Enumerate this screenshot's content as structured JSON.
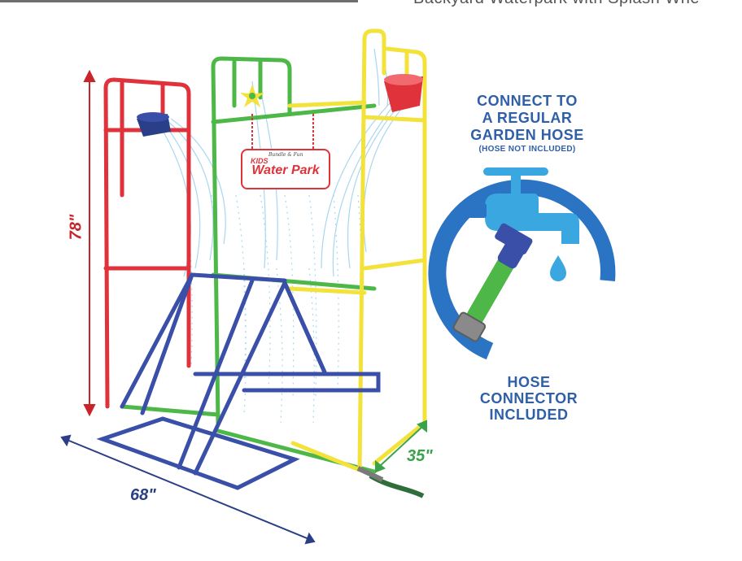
{
  "page": {
    "cut_off_title": "Backyard Waterpark with Splash Whe"
  },
  "product": {
    "sign_brand": "Bundle & Fun",
    "sign_kids": "KIDS",
    "sign_title": "Water Park"
  },
  "dimensions": {
    "height": "78\"",
    "width": "68\"",
    "depth": "35\""
  },
  "callouts": {
    "top_lines": [
      "CONNECT TO",
      "A REGULAR",
      "GARDEN HOSE"
    ],
    "top_sub": "(HOSE NOT INCLUDED)",
    "bottom_lines": [
      "HOSE",
      "CONNECTOR",
      "INCLUDED"
    ]
  },
  "colors": {
    "red_frame": "#e0323a",
    "green_frame": "#4db848",
    "yellow_frame": "#f2e23a",
    "blue_frame": "#3a4fa8",
    "callout_text": "#2f5fa8",
    "height_dim": "#c8252b",
    "width_dim": "#2a3f87",
    "depth_dim": "#3aa34a",
    "faucet_blue": "#3aa7e0",
    "ring_blue": "#2a74c3",
    "water": "#9fd3ee"
  }
}
